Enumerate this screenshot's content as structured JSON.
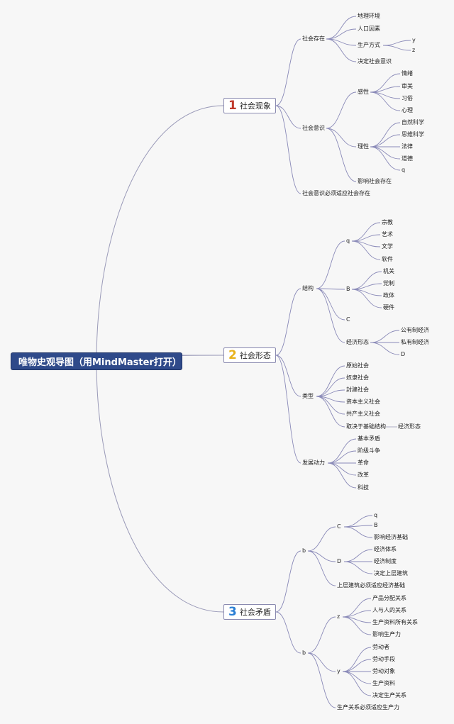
{
  "root": {
    "label": "唯物史观导图（用MindMaster打开）"
  },
  "branches": [
    {
      "number": "1",
      "label": "社会现象",
      "color": "#c0392b"
    },
    {
      "number": "2",
      "label": "社会形态",
      "color": "#e8b21a"
    },
    {
      "number": "3",
      "label": "社会矛盾",
      "color": "#2a7fd4"
    }
  ],
  "nodes": {
    "b1_a": "社会存在",
    "b1_a_1": "地理环境",
    "b1_a_2": "人口因素",
    "b1_a_3": "生产方式",
    "b1_a_3_1": "y",
    "b1_a_3_2": "z",
    "b1_a_4": "决定社会意识",
    "b1_b": "社会意识",
    "b1_b_1": "感性",
    "b1_b_1_1": "情绪",
    "b1_b_1_2": "审美",
    "b1_b_1_3": "习俗",
    "b1_b_1_4": "心理",
    "b1_b_2": "理性",
    "b1_b_2_1": "自然科学",
    "b1_b_2_2": "思维科学",
    "b1_b_2_3": "法律",
    "b1_b_2_4": "道德",
    "b1_b_2_5": "q",
    "b1_b_3": "影响社会存在",
    "b1_c": "社会意识必须适应社会存在",
    "b2_a": "结构",
    "b2_a_1": "q",
    "b2_a_1_1": "宗教",
    "b2_a_1_2": "艺术",
    "b2_a_1_3": "文学",
    "b2_a_1_4": "软件",
    "b2_a_2": "B",
    "b2_a_2_1": "机关",
    "b2_a_2_2": "党制",
    "b2_a_2_3": "政体",
    "b2_a_2_4": "硬件",
    "b2_a_3": "C",
    "b2_a_4": "经济形态",
    "b2_a_4_1": "公有制经济",
    "b2_a_4_2": "私有制经济",
    "b2_a_4_3": "D",
    "b2_b": "类型",
    "b2_b_1": "原始社会",
    "b2_b_2": "奴隶社会",
    "b2_b_3": "封建社会",
    "b2_b_4": "资本主义社会",
    "b2_b_5": "共产主义社会",
    "b2_b_6": "取决于基础结构",
    "b2_b_6_1": "经济形态",
    "b2_c": "发展动力",
    "b2_c_1": "基本矛盾",
    "b2_c_2": "阶级斗争",
    "b2_c_3": "革命",
    "b2_c_4": "改革",
    "b2_c_5": "科技",
    "b3_a": "b",
    "b3_a_1": "C",
    "b3_a_1_1": "q",
    "b3_a_1_2": "B",
    "b3_a_1_3": "影响经济基础",
    "b3_a_2": "D",
    "b3_a_2_1": "经济体系",
    "b3_a_2_2": "经济制度",
    "b3_a_2_3": "决定上层建筑",
    "b3_a_3": "上层建筑必须适应经济基础",
    "b3_b": "b",
    "b3_b_1": "z",
    "b3_b_1_1": "产品分配关系",
    "b3_b_1_2": "人与人的关系",
    "b3_b_1_3": "生产资料所有关系",
    "b3_b_1_4": "影响生产力",
    "b3_b_2": "y",
    "b3_b_2_1": "劳动者",
    "b3_b_2_2": "劳动手段",
    "b3_b_2_3": "劳动对象",
    "b3_b_2_4": "生产资料",
    "b3_b_2_5": "决定生产关系",
    "b3_b_3": "生产关系必须适应生产力"
  }
}
